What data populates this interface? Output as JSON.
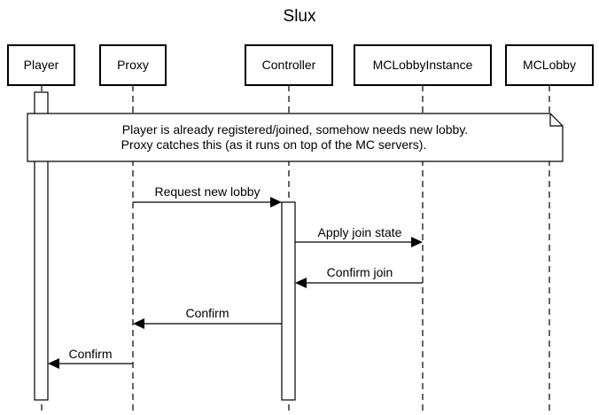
{
  "title": "Slux",
  "participants": [
    {
      "id": "player",
      "label": "Player"
    },
    {
      "id": "proxy",
      "label": "Proxy"
    },
    {
      "id": "controller",
      "label": "Controller"
    },
    {
      "id": "mclobbyinstance",
      "label": "MCLobbyInstance"
    },
    {
      "id": "mclobby",
      "label": "MCLobby"
    }
  ],
  "note": {
    "lines": [
      "Player is already registered/joined, somehow needs new lobby.",
      "Proxy catches this (as it runs on top of the MC servers)."
    ]
  },
  "messages": [
    {
      "from": "proxy",
      "to": "controller",
      "label": "Request new lobby"
    },
    {
      "from": "controller",
      "to": "mclobbyinstance",
      "label": "Apply join state"
    },
    {
      "from": "mclobbyinstance",
      "to": "controller",
      "label": "Confirm join"
    },
    {
      "from": "controller",
      "to": "proxy",
      "label": "Confirm"
    },
    {
      "from": "proxy",
      "to": "player",
      "label": "Confirm"
    }
  ]
}
